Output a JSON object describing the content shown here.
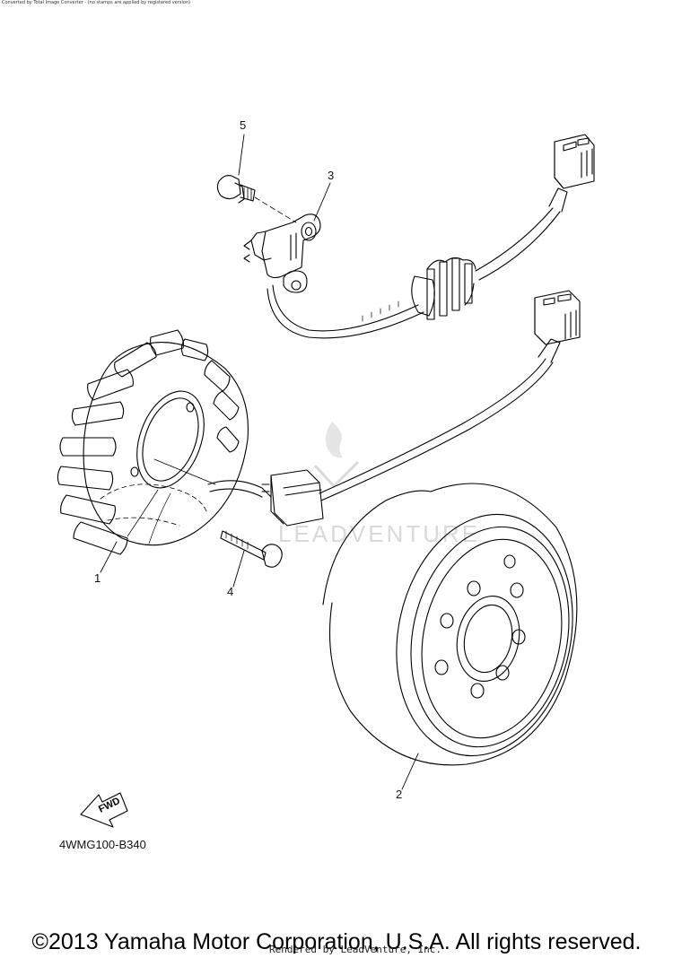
{
  "header": {
    "note": "Converted by Total Image Converter - (no stamps are applied by registered version)"
  },
  "callouts": [
    {
      "id": "1",
      "label": "1"
    },
    {
      "id": "2",
      "label": "2"
    },
    {
      "id": "3",
      "label": "3"
    },
    {
      "id": "4",
      "label": "4"
    },
    {
      "id": "5",
      "label": "5"
    }
  ],
  "fwd_arrow": {
    "label": "FWD"
  },
  "diagram_code": "4WMG100-B340",
  "footer": {
    "copyright": "©2013 Yamaha Motor Corporation, U.S.A. All rights reserved.",
    "rendered_by": "Rendered by LeadVenture, Inc."
  },
  "watermark": {
    "text": "LEADVENTURE"
  },
  "colors": {
    "ink": "#000000",
    "watermark": "#d6d6d6",
    "background": "#ffffff"
  }
}
